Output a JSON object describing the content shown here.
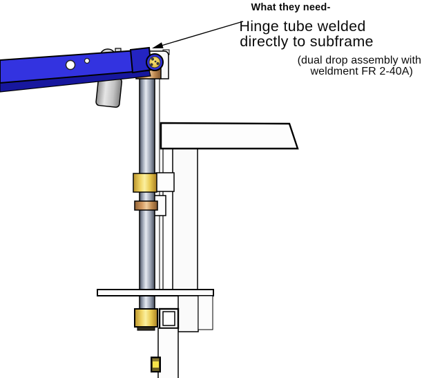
{
  "annotation": {
    "heading": "What they need-",
    "line1": "Hinge tube welded",
    "line2": "directly to subframe",
    "note_line1": "(dual drop assembly with",
    "note_line2": "weldment FR 2-40A)"
  },
  "colors": {
    "background": "#FFFFFF",
    "text": "#0A0A0A",
    "outline": "#000000",
    "subframe_blue": "#3333E0",
    "subframe_blue_dark": "#17179E",
    "subframe_cap_blue": "#2424C2",
    "hinge_ring_blue": "#2E2EDC",
    "hinge_disc_yellow": "#EFC94C",
    "tube_highlight": "#E6EAF1",
    "tube_shadow": "#474F5F",
    "collar_yellow": "#EFD05A",
    "collar_bronze": "#CE9B66",
    "frame_white": "#FAFAFA",
    "latch_gray": "#C9C9C9",
    "screw_yellow": "#F5E34A"
  },
  "parts": [
    "subframe-rail",
    "latch-cup",
    "hinge-pivot",
    "hinge-bracket",
    "upper-bronze-bushing",
    "drop-tube",
    "mid-yellow-bushing",
    "mid-bronze-bushing",
    "clamp-brackets",
    "table-top",
    "support-column",
    "mounting-plate",
    "lower-yellow-bushing",
    "lower-clamp-block",
    "lower-column",
    "set-screw"
  ]
}
